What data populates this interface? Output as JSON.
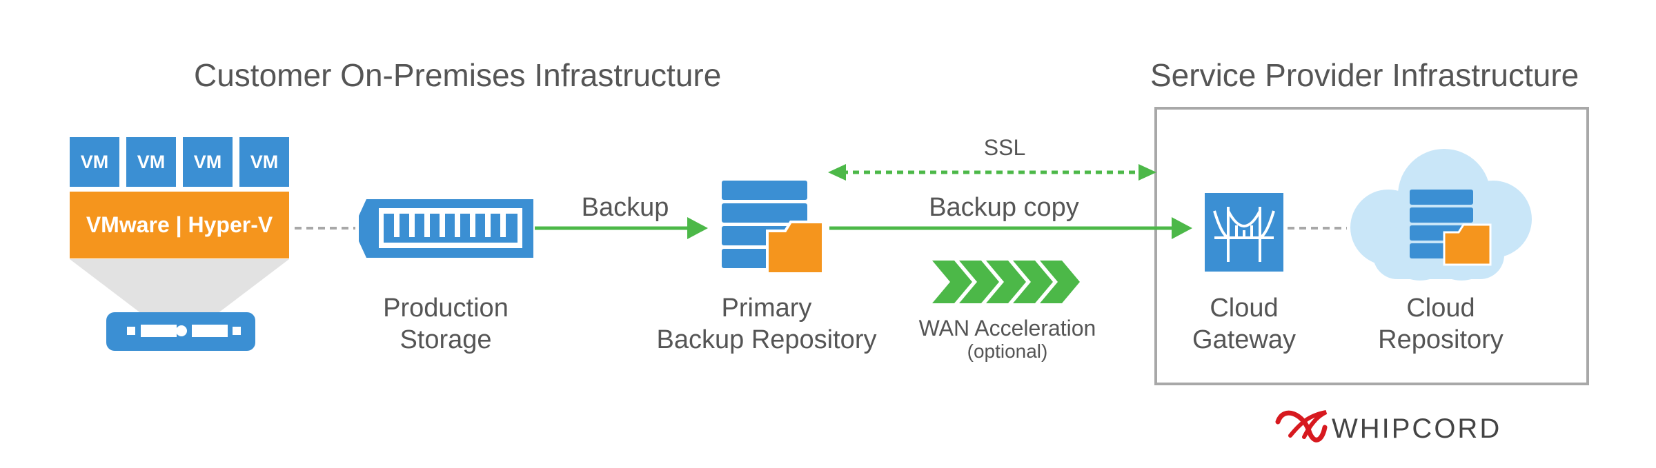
{
  "titles": {
    "customer": "Customer On-Premises Infrastructure",
    "provider": "Service Provider Infrastructure"
  },
  "hypervisor": {
    "vm_labels": [
      "VM",
      "VM",
      "VM",
      "VM"
    ],
    "platform": "VMware | Hyper-V"
  },
  "nodes": {
    "production_storage": [
      "Production",
      "Storage"
    ],
    "primary_repo": [
      "Primary",
      "Backup Repository"
    ],
    "cloud_gateway": [
      "Cloud",
      "Gateway"
    ],
    "cloud_repo": [
      "Cloud",
      "Repository"
    ]
  },
  "connections": {
    "backup": "Backup",
    "backup_copy": "Backup copy",
    "ssl": "SSL"
  },
  "wan": {
    "title": "WAN Acceleration",
    "note": "(optional)"
  },
  "brand": {
    "name": "WHIPCORD"
  },
  "colors": {
    "blue": "#3b8fd3",
    "orange": "#f5951d",
    "green": "#4cb848",
    "cloud": "#c9e6f8",
    "frame": "#a8a8a8",
    "brand_red": "#d7191f"
  }
}
